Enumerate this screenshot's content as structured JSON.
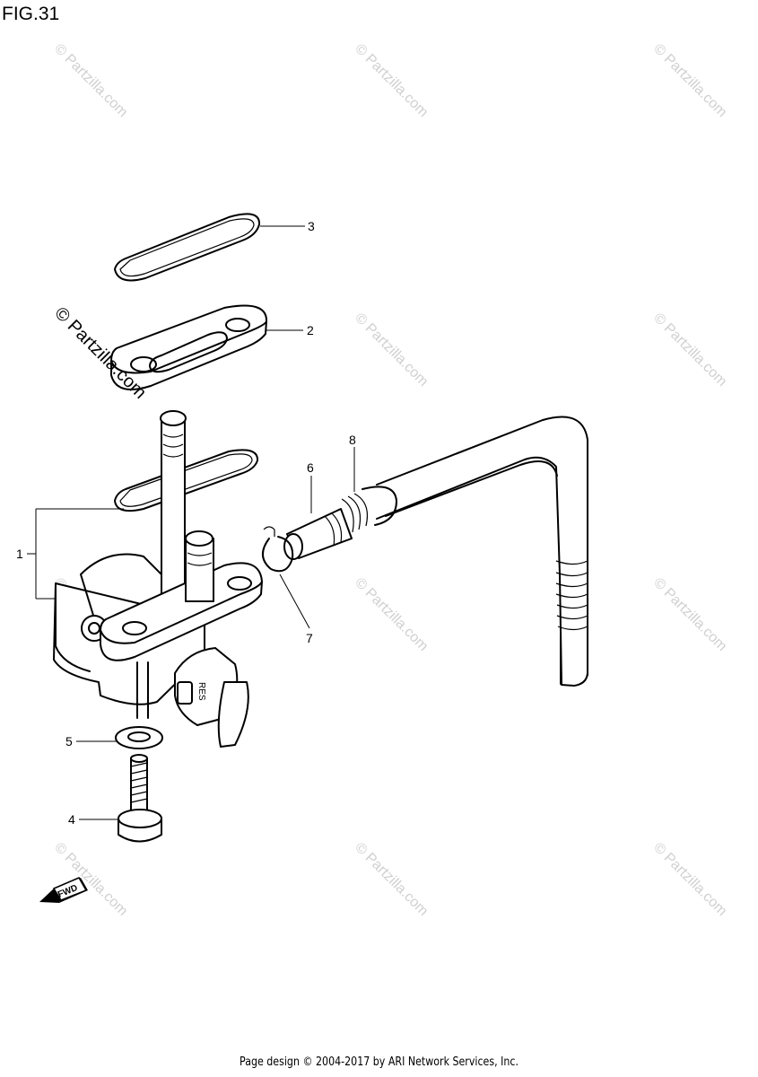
{
  "figure": {
    "title": "FIG.31"
  },
  "callouts": [
    {
      "id": "3",
      "label": "3"
    },
    {
      "id": "2",
      "label": "2"
    },
    {
      "id": "8",
      "label": "8"
    },
    {
      "id": "6",
      "label": "6"
    },
    {
      "id": "1",
      "label": "1"
    },
    {
      "id": "7",
      "label": "7"
    },
    {
      "id": "5",
      "label": "5"
    },
    {
      "id": "4",
      "label": "4"
    }
  ],
  "valve_marking": "RES",
  "direction_badge": "FWD",
  "watermark": {
    "text": "© Partzilla.com"
  },
  "footer": {
    "text": "Page design © 2004-2017 by ARI Network Services, Inc."
  }
}
